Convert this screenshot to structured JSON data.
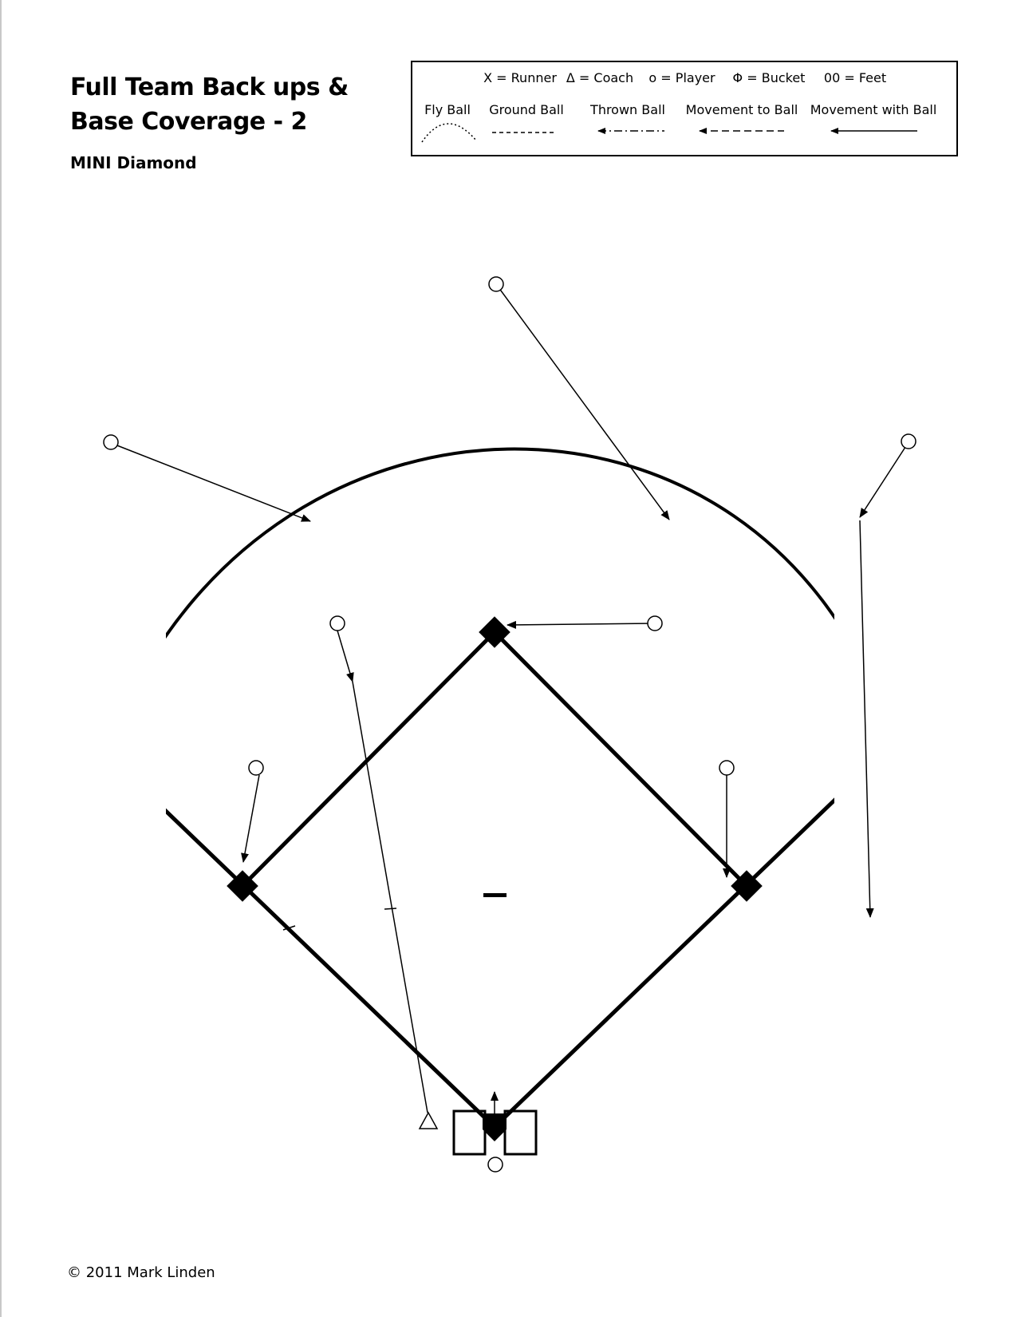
{
  "header": {
    "title_line1": "Full Team Back ups &",
    "title_line2": "Base Coverage - 2",
    "subtitle": "MINI Diamond"
  },
  "legend": {
    "symbols": [
      {
        "text": "X = Runner"
      },
      {
        "text": "Δ = Coach"
      },
      {
        "text": "o = Player"
      },
      {
        "text": "Φ = Bucket"
      },
      {
        "text": "00 = Feet"
      }
    ],
    "lines": [
      {
        "label": "Fly Ball",
        "style": "dotted-arc"
      },
      {
        "label": "Ground Ball",
        "style": "dashed"
      },
      {
        "label": "Thrown Ball",
        "style": "dash-dot-arrow"
      },
      {
        "label": "Movement to Ball",
        "style": "dashed-arrow"
      },
      {
        "label": "Movement with Ball",
        "style": "solid-arrow"
      }
    ]
  },
  "footer": {
    "copyright": "© 2011 Mark Linden"
  },
  "colors": {
    "ink": "#000000",
    "paper": "#ffffff"
  }
}
